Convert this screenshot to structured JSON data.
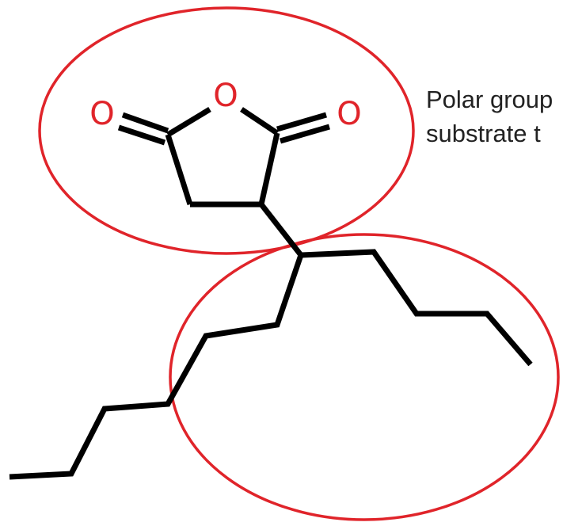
{
  "molecule": {
    "atoms": {
      "ring_oxygen": "O",
      "carbonyl_oxygen_left": "O",
      "carbonyl_oxygen_right": "O"
    }
  },
  "highlight_color": "#e0242a",
  "caption": {
    "line1": "Polar group",
    "line2": "substrate t"
  }
}
